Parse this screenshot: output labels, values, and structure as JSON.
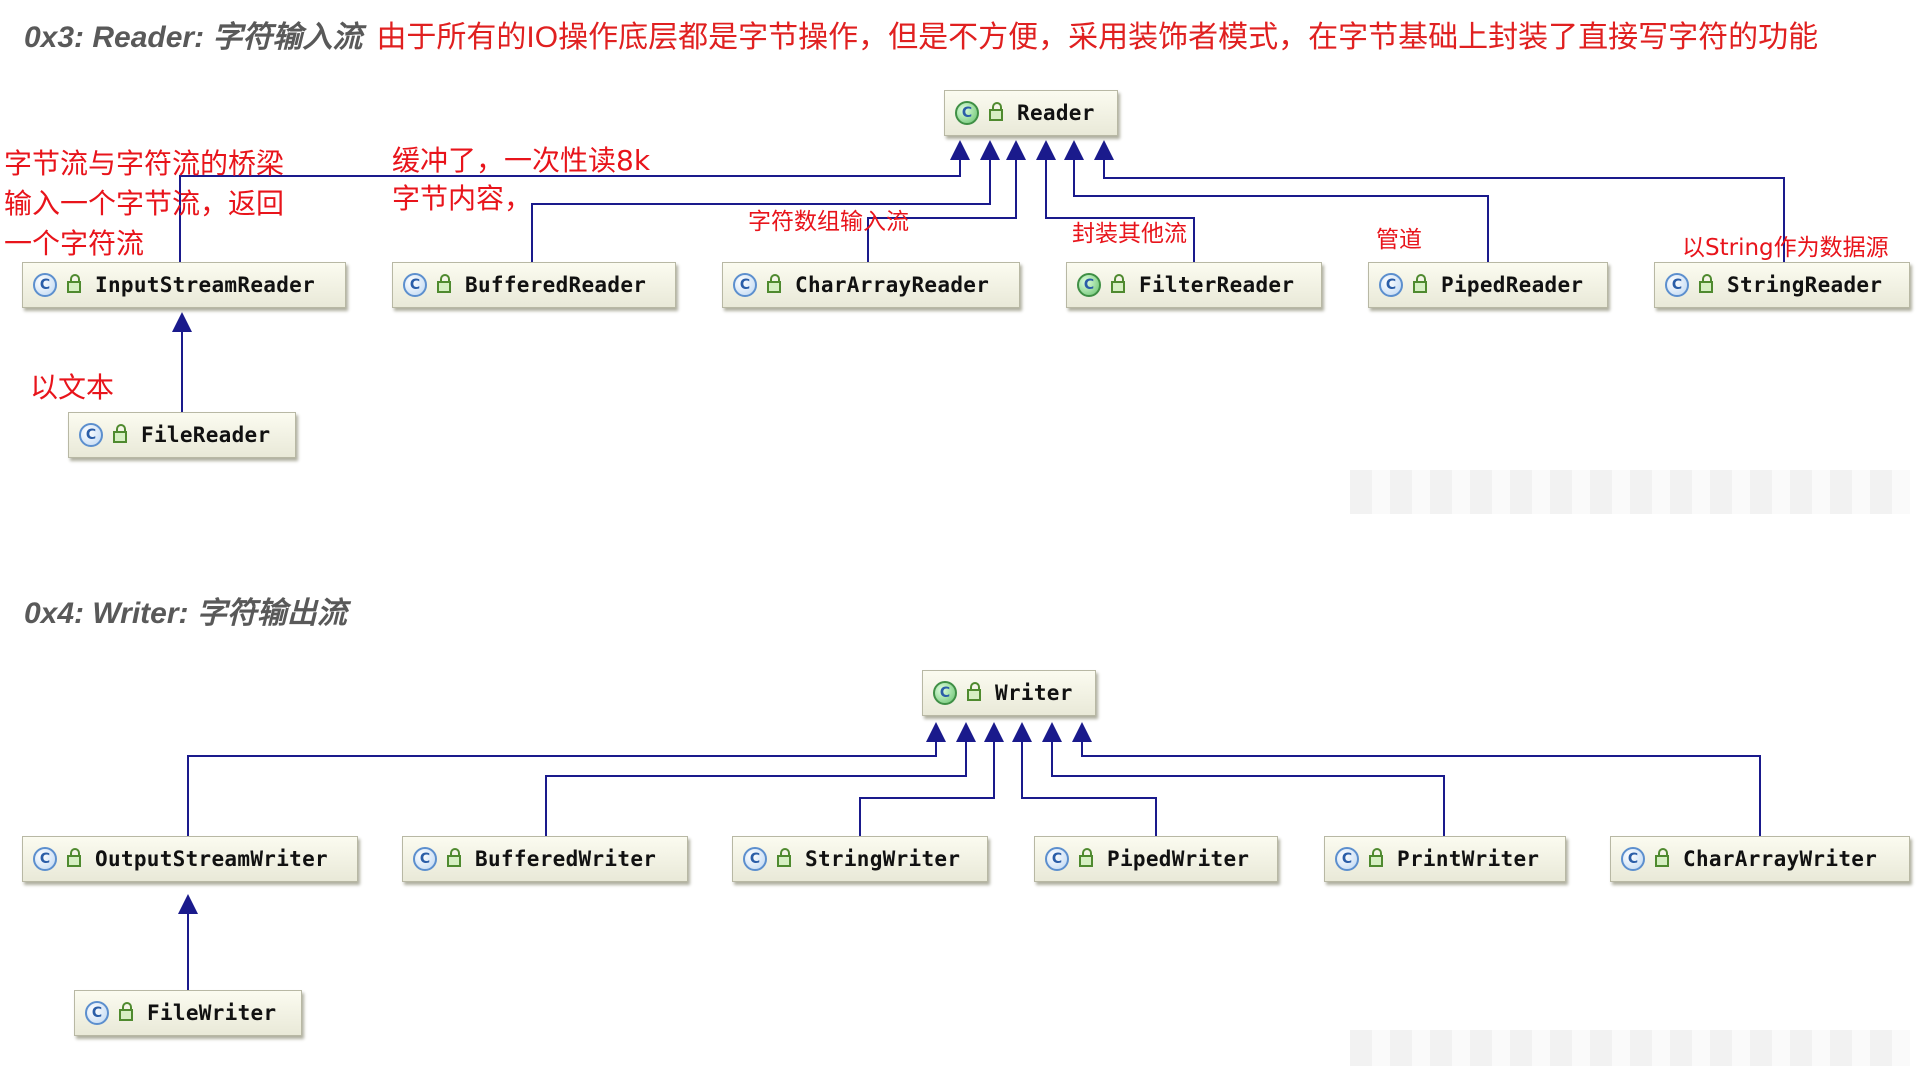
{
  "reader_section": {
    "heading": "0x3: Reader: 字符输入流",
    "description": "由于所有的IO操作底层都是字节操作，但是不方便，采用装饰者模式，在字节基础上封装了直接写字符的功能",
    "root": "Reader",
    "classes": [
      "InputStreamReader",
      "BufferedReader",
      "CharArrayReader",
      "FilterReader",
      "PipedReader",
      "StringReader",
      "FileReader"
    ],
    "notes": {
      "bridge_line1": "字节流与字符流的桥梁",
      "bridge_line2": "输入一个字节流，返回",
      "bridge_line3": "一个字符流",
      "buffer_line1": "缓冲了，一次性读8k",
      "buffer_line2": "字节内容，",
      "chararray": "字符数组输入流",
      "filter": "封装其他流",
      "piped": "管道",
      "string": "以String作为数据源",
      "file": "以文本"
    }
  },
  "writer_section": {
    "heading": "0x4: Writer: 字符输出流",
    "root": "Writer",
    "classes": [
      "OutputStreamWriter",
      "BufferedWriter",
      "StringWriter",
      "PipedWriter",
      "PrintWriter",
      "CharArrayWriter",
      "FileWriter"
    ]
  },
  "icon_labels": {
    "class": "C",
    "abstract": "C"
  },
  "colors": {
    "arrow": "#1a1a8c",
    "annotation": "#e8141b",
    "heading": "#595959"
  }
}
